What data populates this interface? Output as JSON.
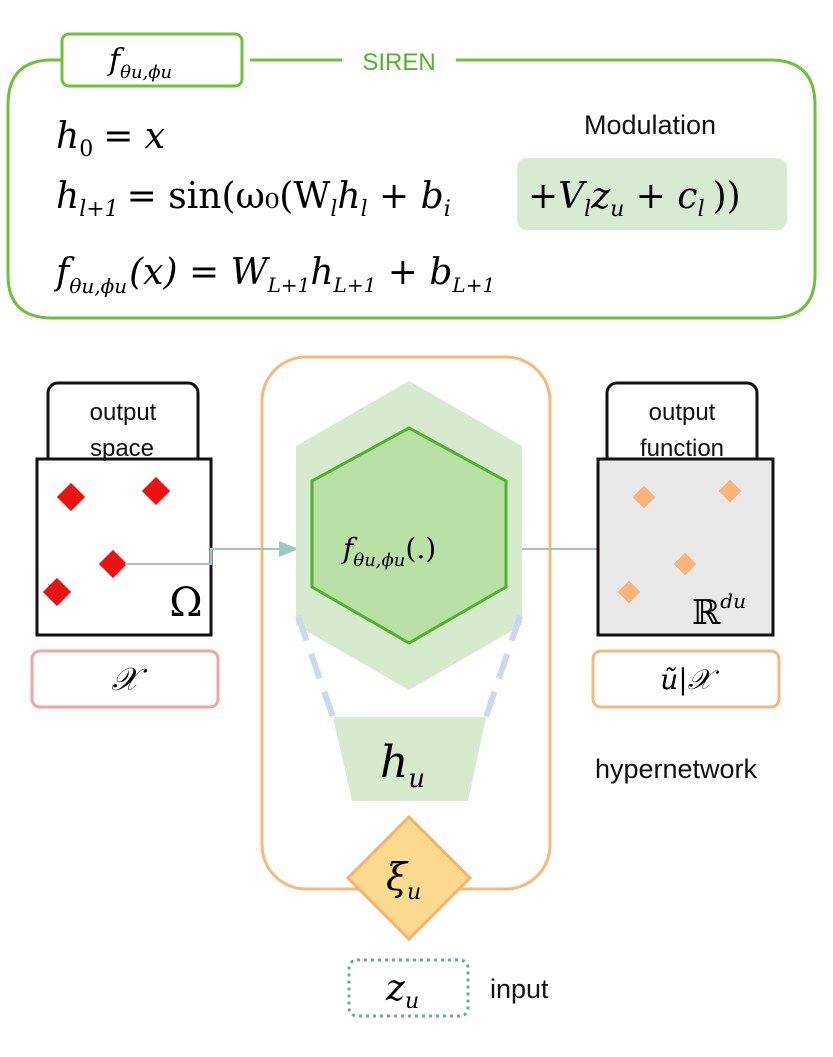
{
  "colors": {
    "siren_green": "#6cc23a",
    "hex_outer": "#d6ebcd",
    "hex_inner": "#b9e0a5",
    "modulation_highlight": "#d8ebd2",
    "hypernetwork_orange": "#f5b97a",
    "xi_fill": "#fbd98d",
    "xi_stroke": "#f3b36c",
    "red_point": "#ee1111",
    "orange_point": "#f9b47a",
    "x_label_border": "#f4a3a3",
    "z_dotted": "#6aa99d",
    "trapezoid_fill": "#d6ebcd",
    "dashed_link": "#c8d9f0",
    "arrow": "#9dc7c4",
    "output_function_fill": "#e9e9e9"
  },
  "siren": {
    "title": "SIREN",
    "tab_label": {
      "base": "f",
      "sub": "θu,ϕu"
    },
    "modulation_label": "Modulation",
    "eq1": {
      "lhs_base": "h",
      "lhs_sub": "0",
      "rhs": "= x"
    },
    "eq2": {
      "lhs_base": "h",
      "lhs_sub": "l+1",
      "middle": "= sin(ω₀(W",
      "w_sub": "l",
      "h_mid": "h",
      "h_mid_sub": "l",
      "plus_b": " + b",
      "b_sub": "i",
      "modulation_part": "+V",
      "v_sub": "l",
      "z": "z",
      "z_sub": "u",
      "plus_c": " + c",
      "c_sub": "l",
      "close": "))"
    },
    "eq3": {
      "f": "f",
      "f_sub": "θu,ϕu",
      "mid": "(x) = W",
      "w_sub": "L+1",
      "h": "h",
      "h_sub": "L+1",
      "plus_b": " + b",
      "b_sub": "L+1"
    }
  },
  "input_space": {
    "tab_line1": "output",
    "tab_line2": "space",
    "domain_symbol": "Ω",
    "label": "𝒳"
  },
  "output_function": {
    "tab_line1": "output",
    "tab_line2": "function",
    "range_symbol": "ℝ",
    "range_sup": "du",
    "label": "ũ|𝒳"
  },
  "network": {
    "hex_label": {
      "base": "f",
      "sub": "θu,ϕu",
      "args": "(.)"
    },
    "trapezoid_label": {
      "base": "h",
      "sub": "u"
    },
    "xi_label": {
      "base": "ξ",
      "sub": "u"
    },
    "hypernetwork_label": "hypernetwork"
  },
  "latent": {
    "label": {
      "base": "z",
      "sub": "u"
    },
    "input_label": "input"
  }
}
